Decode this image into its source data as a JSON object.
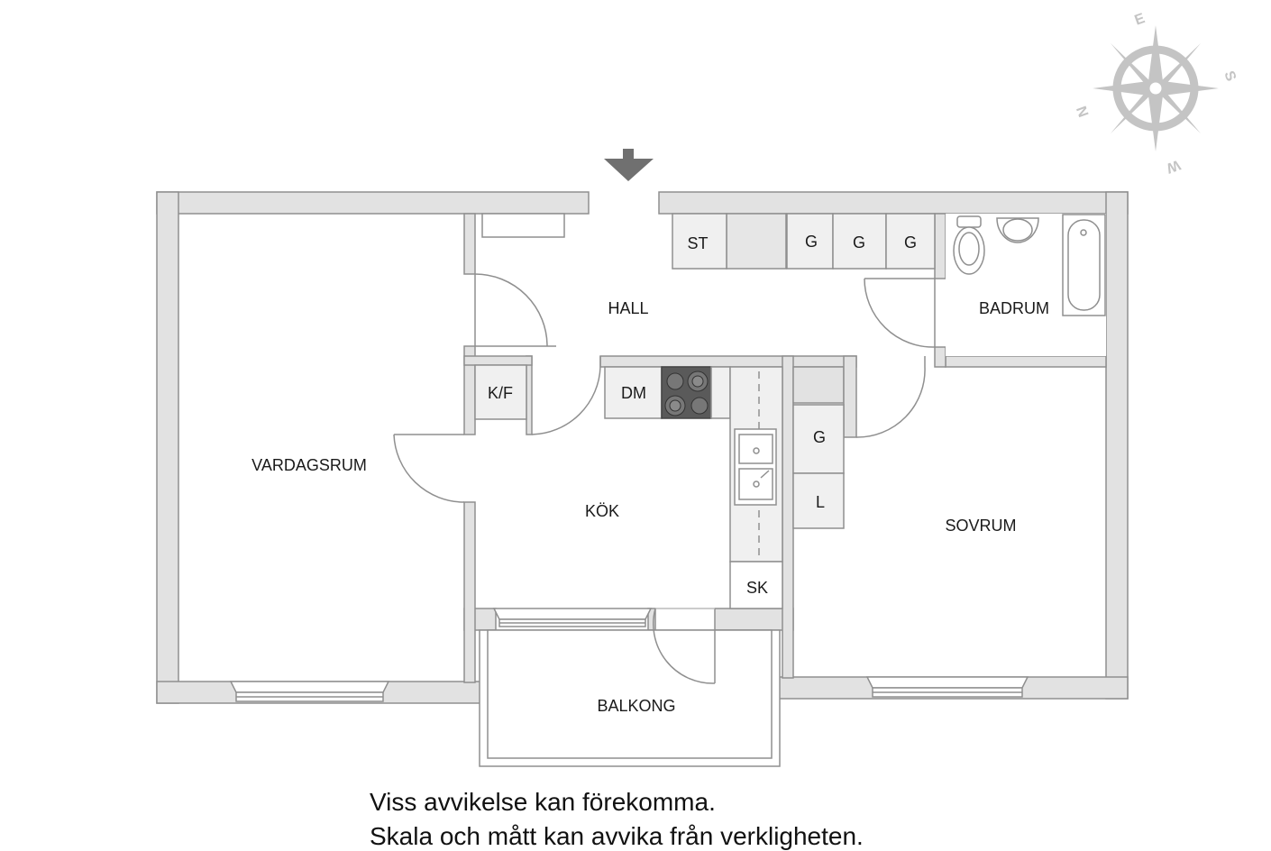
{
  "rooms": {
    "hall": "HALL",
    "vardagsrum": "VARDAGSRUM",
    "kok": "KÖK",
    "badrum": "BADRUM",
    "sovrum": "SOVRUM",
    "balkong": "BALKONG"
  },
  "fixtures": {
    "st": "ST",
    "g1": "G",
    "g2": "G",
    "g3": "G",
    "kf": "K/F",
    "dm": "DM",
    "g_bedroom": "G",
    "l": "L",
    "sk": "SK"
  },
  "compass": {
    "n": "N",
    "e": "E",
    "s": "S",
    "w": "W"
  },
  "disclaimer": {
    "line1": "Viss avvikelse kan förekomma.",
    "line2": "Skala och mått kan avvika från verkligheten."
  },
  "colors": {
    "wall": "#e2e2e2",
    "wall_stroke": "#8f8f8f",
    "fixture": "#f0f0f0",
    "compass": "#c4c4c4",
    "arrow": "#707070"
  }
}
